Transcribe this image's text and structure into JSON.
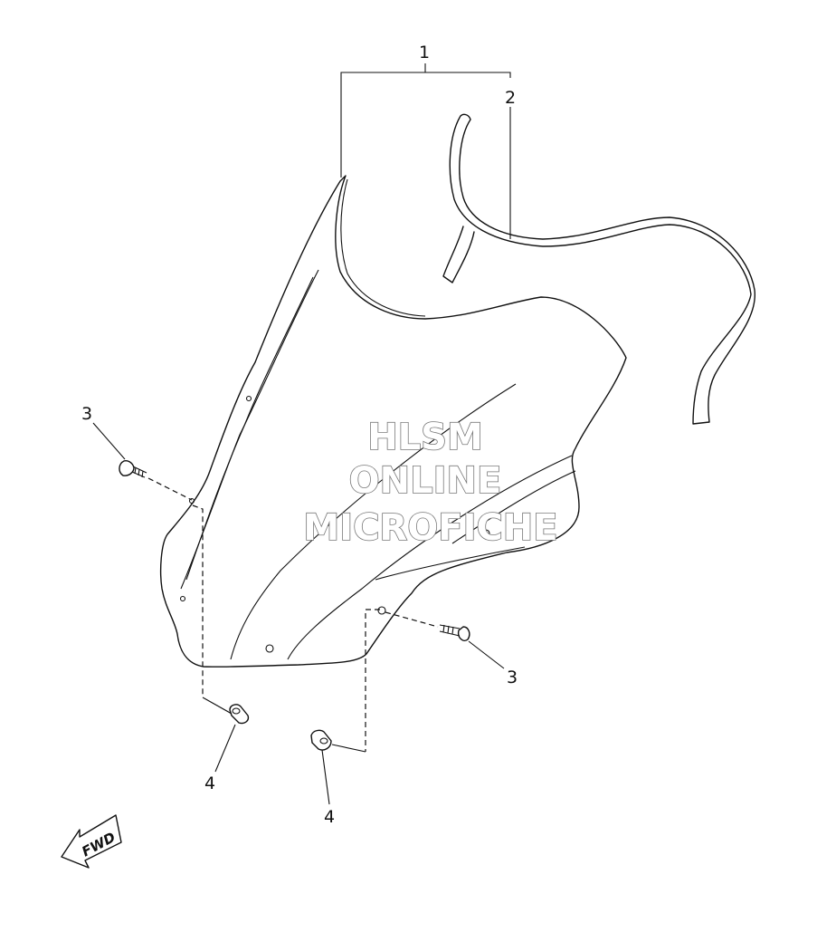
{
  "callouts": {
    "c1": "1",
    "c2": "2",
    "c3_left": "3",
    "c3_right": "3",
    "c4_left": "4",
    "c4_right": "4"
  },
  "watermark": {
    "line1": "HLSM",
    "line2": "ONLINE",
    "line3": "MICROFICHE"
  },
  "direction": {
    "label": "FWD"
  }
}
